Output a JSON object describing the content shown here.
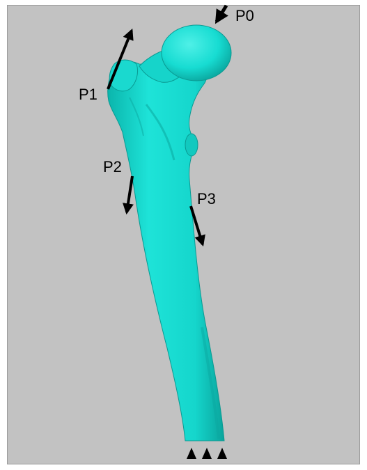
{
  "colors": {
    "bone": "#14d9cf",
    "bone_shade": "#0aa49c",
    "bone_light": "#6ff0e8",
    "background": "#c2c2c2",
    "arrow": "#000000"
  },
  "labels": {
    "p0": "P0",
    "p1": "P1",
    "p2": "P2",
    "p3": "P3"
  },
  "icons": {
    "support": "triangle-support-icon",
    "load_arrow": "arrow-icon"
  }
}
